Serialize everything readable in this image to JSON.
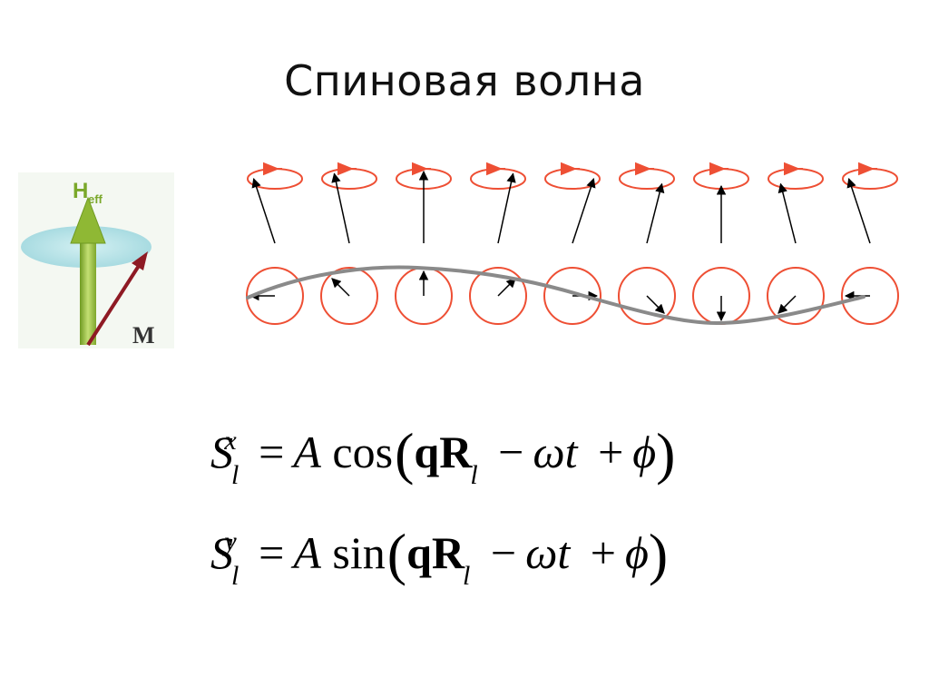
{
  "title": "Спиновая волна",
  "left_diagram": {
    "field_label": "H",
    "field_subscript": "eff",
    "magnetization_label": "M",
    "colors": {
      "disk": "#b5e3e8",
      "arrow_green": "#9cc03a",
      "magnet": "#8e1a24",
      "label_green": "#7aa82a"
    }
  },
  "wave_diagram": {
    "spin_count": 9,
    "colors": {
      "circle": "#ee4f34",
      "wave": "#8a8a8a",
      "arrow": "#000000"
    }
  },
  "equations": [
    {
      "symbol": "S",
      "sub": "l",
      "sup": "x",
      "equals": "=",
      "amp": "A",
      "func": "cos",
      "open": "(",
      "q": "q",
      "R": "R",
      "Rsub": "l",
      "minus": "−",
      "omega": "ω",
      "t": "t",
      "plus": "+",
      "phi": "ϕ",
      "close": ")"
    },
    {
      "symbol": "S",
      "sub": "l",
      "sup": "y",
      "equals": "=",
      "amp": "A",
      "func": "sin",
      "open": "(",
      "q": "q",
      "R": "R",
      "Rsub": "l",
      "minus": "−",
      "omega": "ω",
      "t": "t",
      "plus": "+",
      "phi": "ϕ",
      "close": ")"
    }
  ]
}
